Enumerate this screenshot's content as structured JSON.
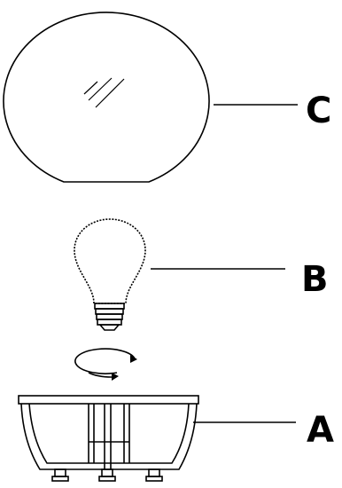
{
  "labels": {
    "c": "C",
    "b": "B",
    "a": "A"
  },
  "icons": {
    "globe": "glass-globe-shade",
    "bulb": "light-bulb",
    "rotate": "rotate-clockwise-arrow",
    "base": "lamp-base"
  }
}
